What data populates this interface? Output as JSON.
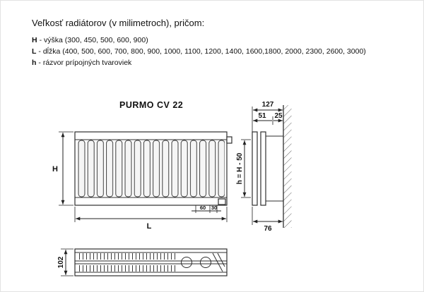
{
  "header": {
    "title": "Veľkosť radiátorov (v milimetroch), pričom:",
    "items": [
      {
        "symbol": "H",
        "text": "- výška (300, 450, 500, 600, 900)"
      },
      {
        "symbol": "L",
        "text": "- dĺžka (400, 500, 600, 700, 800, 900, 1000, 1100, 1200, 1400, 1600,1800, 2000, 2300, 2600, 3000)"
      },
      {
        "symbol": "h",
        "text": "- rázvor prípojných tvaroviek"
      }
    ]
  },
  "drawing": {
    "model_label": "PURMO CV 22",
    "dims": {
      "height": "H",
      "length": "L",
      "depth_total": "127",
      "depth_front": "51",
      "depth_rear": "25",
      "pitch_formula": "h = H - 50",
      "wall_distance": "76",
      "conn_60": "60",
      "conn_30": "30",
      "plan_depth": "102"
    }
  }
}
